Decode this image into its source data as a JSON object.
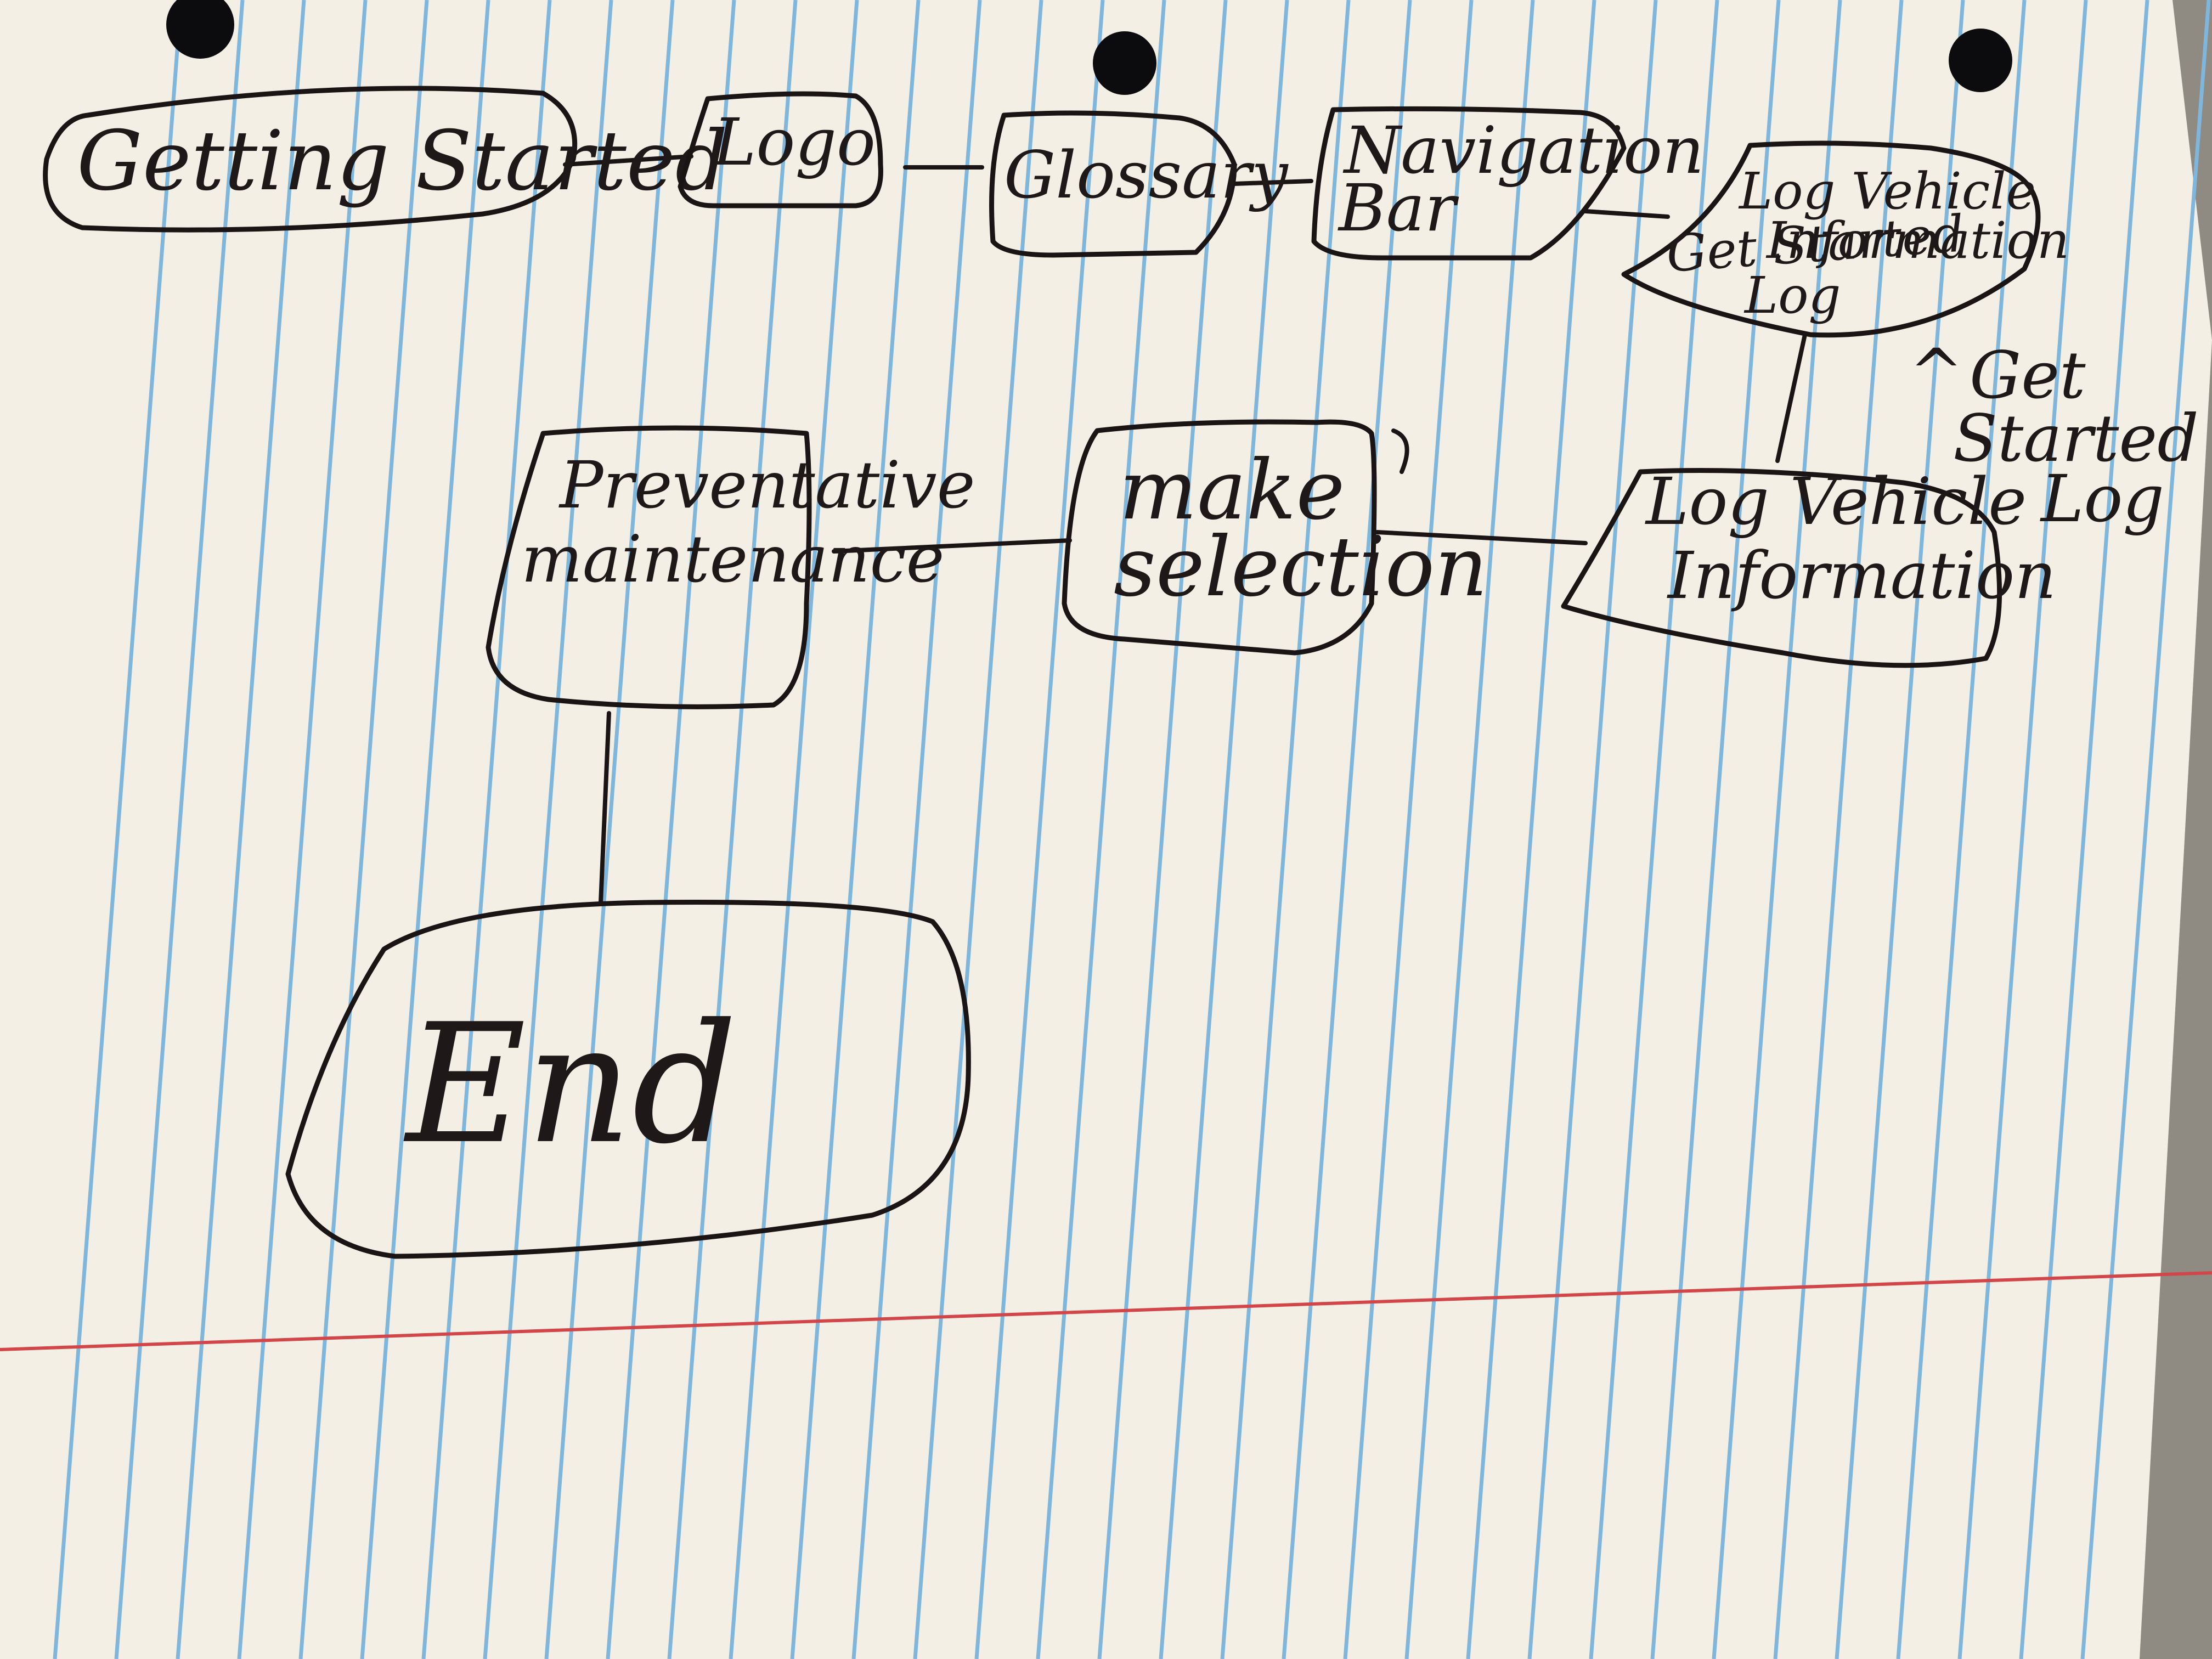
{
  "nodes": {
    "getting_started": "Getting Started",
    "logo": "Logo",
    "glossary": "Glossary",
    "navigation_bar": [
      "Navigation",
      "Bar"
    ],
    "log_vehicle_info_top": [
      "Log Vehicle",
      "Information"
    ],
    "log_vehicle_info_top_overwrite": [
      "Get Started",
      "Log"
    ],
    "log_vehicle_info": [
      "Log Vehicle",
      "Information"
    ],
    "make_selection": [
      "make",
      "selection"
    ],
    "preventative_maintenance": [
      "Preventative",
      "maintenance"
    ],
    "end": "End"
  },
  "annotation": {
    "arrow_glyph": "^",
    "lines": [
      "Get",
      "Started",
      "Log"
    ]
  },
  "edges": [
    [
      "getting_started",
      "logo"
    ],
    [
      "logo",
      "glossary"
    ],
    [
      "glossary",
      "navigation_bar"
    ],
    [
      "navigation_bar",
      "log_vehicle_info_top"
    ],
    [
      "log_vehicle_info_top",
      "log_vehicle_info"
    ],
    [
      "log_vehicle_info",
      "make_selection"
    ],
    [
      "make_selection",
      "preventative_maintenance"
    ],
    [
      "preventative_maintenance",
      "end"
    ]
  ],
  "colors": {
    "paper": "#f3efe4",
    "rule_blue": "#7fb6dc",
    "margin_red": "#d2464a",
    "ink": "#1b1414"
  }
}
